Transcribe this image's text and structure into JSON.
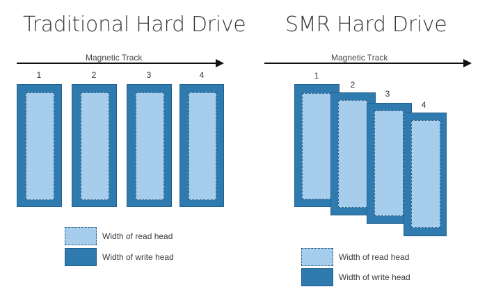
{
  "traditional": {
    "title": "Traditional Hard Drive",
    "axis_label": "Magnetic Track",
    "tracks": [
      "1",
      "2",
      "3",
      "4"
    ],
    "legend": {
      "read": "Width of read head",
      "write": "Width of write head"
    }
  },
  "smr": {
    "title": "SMR Hard Drive",
    "axis_label": "Magnetic Track",
    "tracks": [
      "1",
      "2",
      "3",
      "4"
    ],
    "legend": {
      "read": "Width of read head",
      "write": "Width of write head"
    }
  },
  "colors": {
    "write_head": "#2f7bb0",
    "read_head": "#a7cdec",
    "text": "#3a3a3a"
  }
}
